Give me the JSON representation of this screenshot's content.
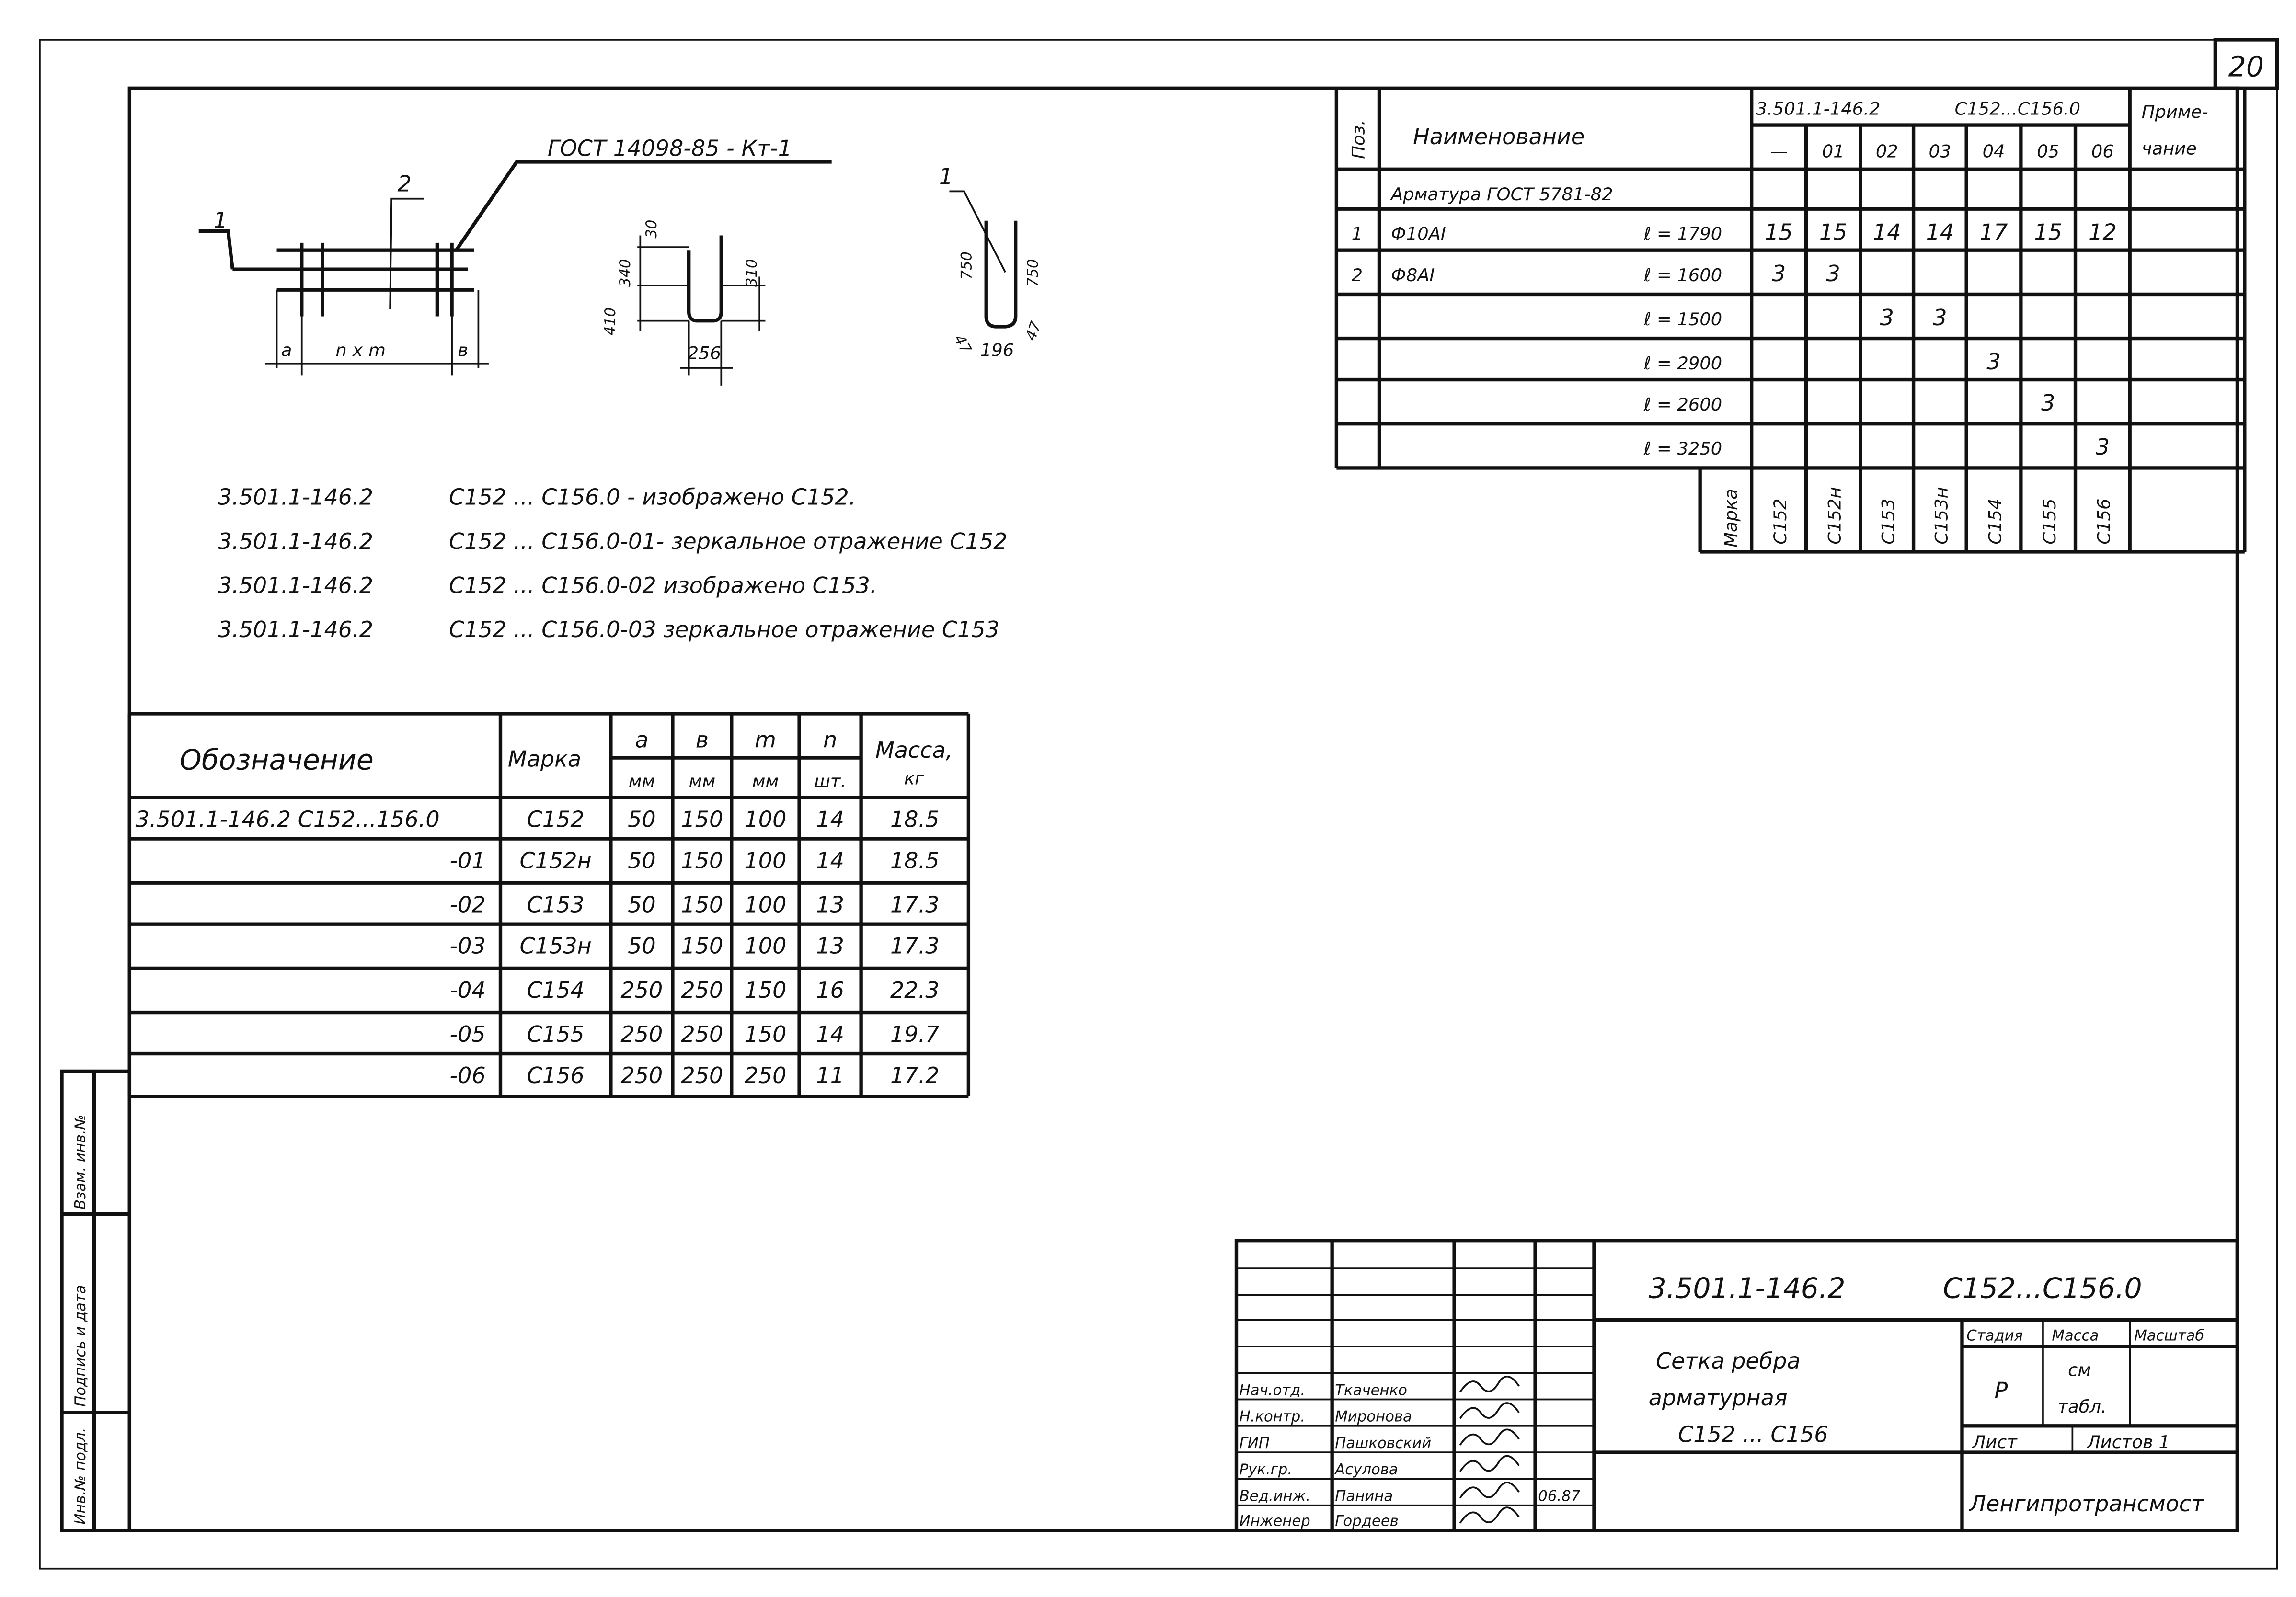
{
  "sheet_number": "20",
  "side_strip": [
    "Взам. инв.№",
    "Подпись и дата",
    "Инв.№ подл."
  ],
  "sketch": {
    "gost_label": "ГОСТ 14098-85 - Кт-1",
    "pos1": "1",
    "pos2": "2",
    "pos1b": "1",
    "dim_a": "a",
    "dim_nxm": "n x m",
    "dim_b": "в",
    "dim_30": "30",
    "dim_340": "340",
    "dim_410": "410",
    "dim_310": "310",
    "dim_256": "256",
    "dim_750a": "750",
    "dim_750b": "750",
    "dim_47a": "47",
    "dim_47b": "47",
    "dim_196": "196"
  },
  "notes": [
    {
      "code": "3.501.1-146.2",
      "text": "С152 ... С156.0 - изображено  С152."
    },
    {
      "code": "3.501.1-146.2",
      "text": "С152 ... С156.0-01- зеркальное отражение С152"
    },
    {
      "code": "3.501.1-146.2",
      "text": "С152 ... С156.0-02 изображено  С153."
    },
    {
      "code": "3.501.1-146.2",
      "text": "С152 ... С156.0-03 зеркальное отражение С153"
    }
  ],
  "spec_table": {
    "header": {
      "pos": "Поз.",
      "name": "Наименование",
      "doc": "3.501.1-146.2",
      "doc_range": "С152...С156.0",
      "note1": "Приме-",
      "note2": "чание"
    },
    "variants": [
      "—",
      "01",
      "02",
      "03",
      "04",
      "05",
      "06"
    ],
    "rows": [
      {
        "pos": "",
        "name": "Арматура ГОСТ 5781-82",
        "len": "",
        "q": [
          "",
          "",
          "",
          "",
          "",
          "",
          ""
        ]
      },
      {
        "pos": "1",
        "name": "Ф10АI",
        "len": "ℓ = 1790",
        "q": [
          "15",
          "15",
          "14",
          "14",
          "17",
          "15",
          "12"
        ]
      },
      {
        "pos": "2",
        "name": "Ф8АI",
        "len": "ℓ = 1600",
        "q": [
          "3",
          "3",
          "",
          "",
          "",
          "",
          ""
        ]
      },
      {
        "pos": "",
        "name": "",
        "len": "ℓ = 1500",
        "q": [
          "",
          "",
          "3",
          "3",
          "",
          "",
          ""
        ]
      },
      {
        "pos": "",
        "name": "",
        "len": "ℓ = 2900",
        "q": [
          "",
          "",
          "",
          "",
          "3",
          "",
          ""
        ]
      },
      {
        "pos": "",
        "name": "",
        "len": "ℓ = 2600",
        "q": [
          "",
          "",
          "",
          "",
          "",
          "3",
          ""
        ]
      },
      {
        "pos": "",
        "name": "",
        "len": "ℓ = 3250",
        "q": [
          "",
          "",
          "",
          "",
          "",
          "",
          "3"
        ]
      }
    ],
    "marka_label": "Марка",
    "marks": [
      "С152",
      "С152н",
      "С153",
      "С153н",
      "С154",
      "С155",
      "С156"
    ]
  },
  "params_table": {
    "headers": {
      "designation": "Обозначение",
      "mark": "Марка",
      "a": "a",
      "b": "в",
      "m": "m",
      "n": "n",
      "mass": "Масса,",
      "mass_unit": "кг",
      "a_unit": "мм",
      "b_unit": "мм",
      "m_unit": "мм",
      "n_unit": "шт."
    },
    "rows": [
      {
        "designation": "3.501.1-146.2    С152...156.0",
        "mark": "С152",
        "a": "50",
        "b": "150",
        "m": "100",
        "n": "14",
        "mass": "18.5"
      },
      {
        "designation": "-01",
        "mark": "С152н",
        "a": "50",
        "b": "150",
        "m": "100",
        "n": "14",
        "mass": "18.5"
      },
      {
        "designation": "-02",
        "mark": "С153",
        "a": "50",
        "b": "150",
        "m": "100",
        "n": "13",
        "mass": "17.3"
      },
      {
        "designation": "-03",
        "mark": "С153н",
        "a": "50",
        "b": "150",
        "m": "100",
        "n": "13",
        "mass": "17.3"
      },
      {
        "designation": "-04",
        "mark": "С154",
        "a": "250",
        "b": "250",
        "m": "150",
        "n": "16",
        "mass": "22.3"
      },
      {
        "designation": "-05",
        "mark": "С155",
        "a": "250",
        "b": "250",
        "m": "150",
        "n": "14",
        "mass": "19.7"
      },
      {
        "designation": "-06",
        "mark": "С156",
        "a": "250",
        "b": "250",
        "m": "250",
        "n": "11",
        "mass": "17.2"
      }
    ]
  },
  "title_block": {
    "doc_code": "3.501.1-146.2",
    "doc_range": "С152...С156.0",
    "title": [
      "Сетка ребра",
      "арматурная",
      "С152 ... С156"
    ],
    "stage_label": "Стадия",
    "mass_label": "Масса",
    "scale_label": "Масштаб",
    "stage": "Р",
    "mass1": "см",
    "mass2": "табл.",
    "sheet_label": "Лист",
    "sheets_label": "Листов 1",
    "organization": "Ленгипротрансмост",
    "signers": [
      {
        "role": "Нач.отд.",
        "name": "Ткаченко",
        "date": ""
      },
      {
        "role": "Н.контр.",
        "name": "Миронова",
        "date": ""
      },
      {
        "role": "ГИП",
        "name": "Пашковский",
        "date": ""
      },
      {
        "role": "Рук.гр.",
        "name": "Асулова",
        "date": ""
      },
      {
        "role": "Вед.инж.",
        "name": "Панина",
        "date": "06.87"
      },
      {
        "role": "Инженер",
        "name": "Гордеев",
        "date": ""
      }
    ]
  }
}
